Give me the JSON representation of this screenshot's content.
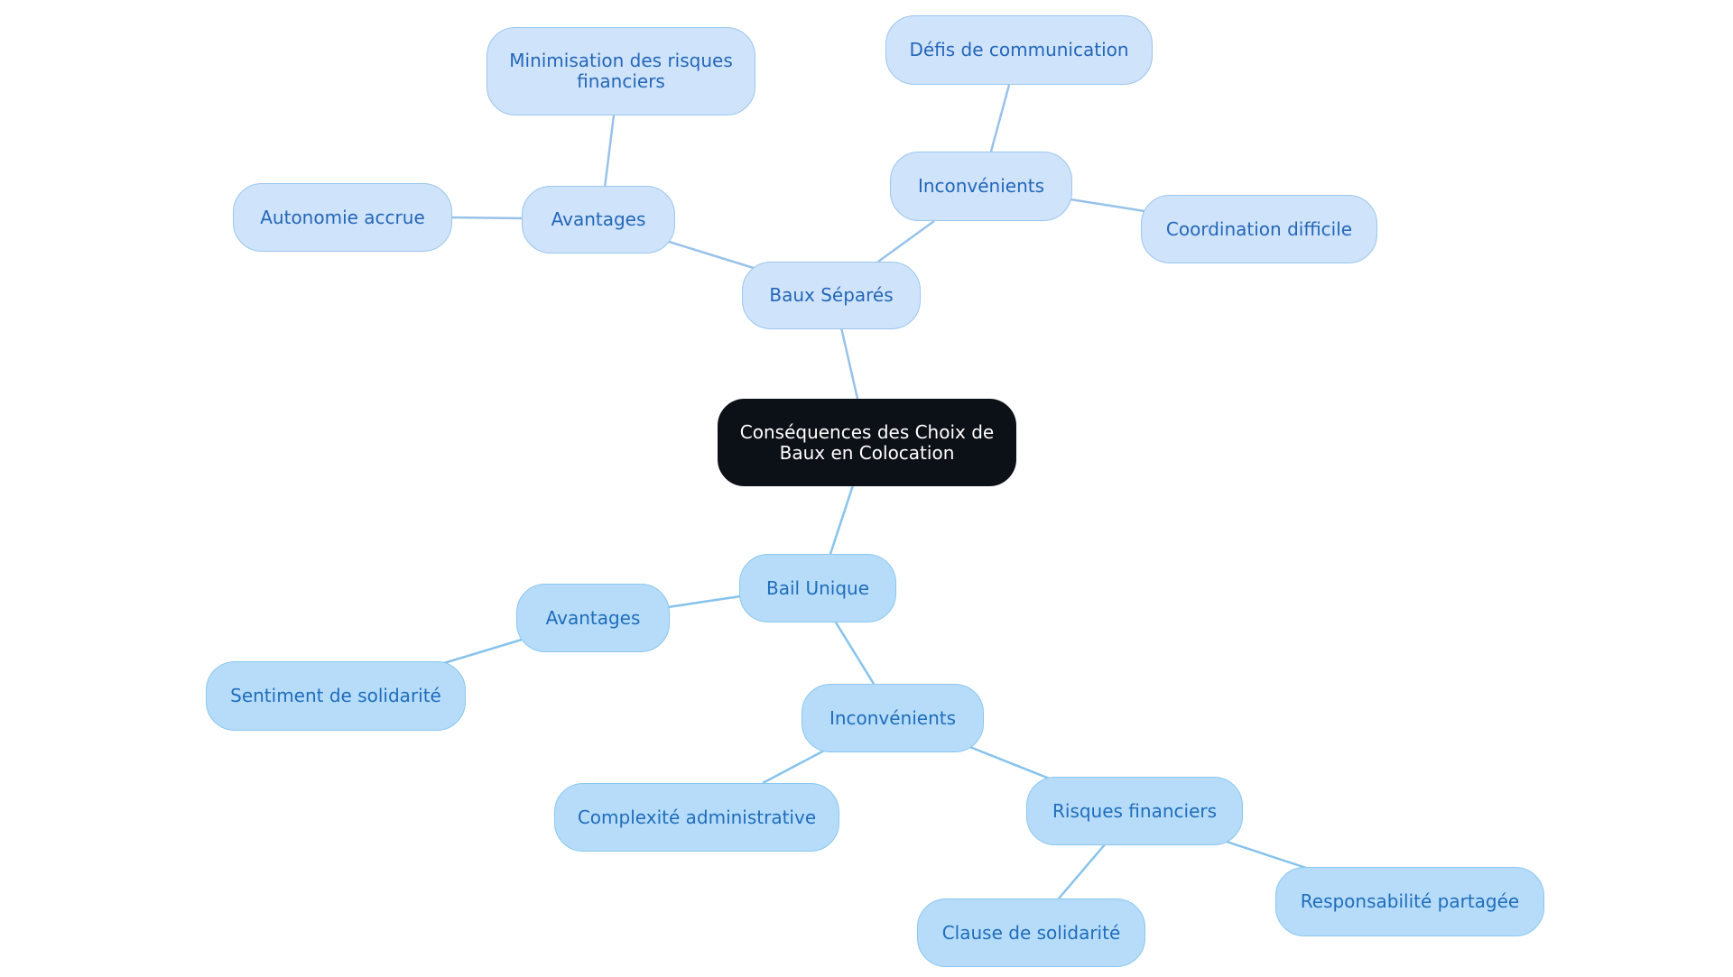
{
  "diagram": {
    "colors": {
      "root_fill": "#0c1017",
      "root_text": "#ffffff",
      "top_fill": "#cfe3fb",
      "top_text": "#2467b8",
      "top_border": "#9cc6ee",
      "bottom_fill": "#b6dcfa",
      "bottom_text": "#1f6dbb",
      "bottom_border": "#8cc7ef",
      "edge_top": "#98c2ea",
      "edge_bottom": "#86c3ec"
    },
    "root": {
      "label": "Conséquences des Choix de Baux en Colocation"
    },
    "separate": {
      "label": "Baux Séparés",
      "advantages": {
        "label": "Avantages",
        "risk": "Minimisation des risques financiers",
        "autonomy": "Autonomie accrue"
      },
      "drawbacks": {
        "label": "Inconvénients",
        "communication": "Défis de communication",
        "coordination": "Coordination difficile"
      }
    },
    "single": {
      "label": "Bail Unique",
      "advantages": {
        "label": "Avantages",
        "solidarity": "Sentiment de solidarité"
      },
      "drawbacks": {
        "label": "Inconvénients",
        "admin": "Complexité administrative",
        "risks": {
          "label": "Risques financiers",
          "clause": "Clause de solidarité",
          "shared": "Responsabilité partagée"
        }
      }
    }
  }
}
